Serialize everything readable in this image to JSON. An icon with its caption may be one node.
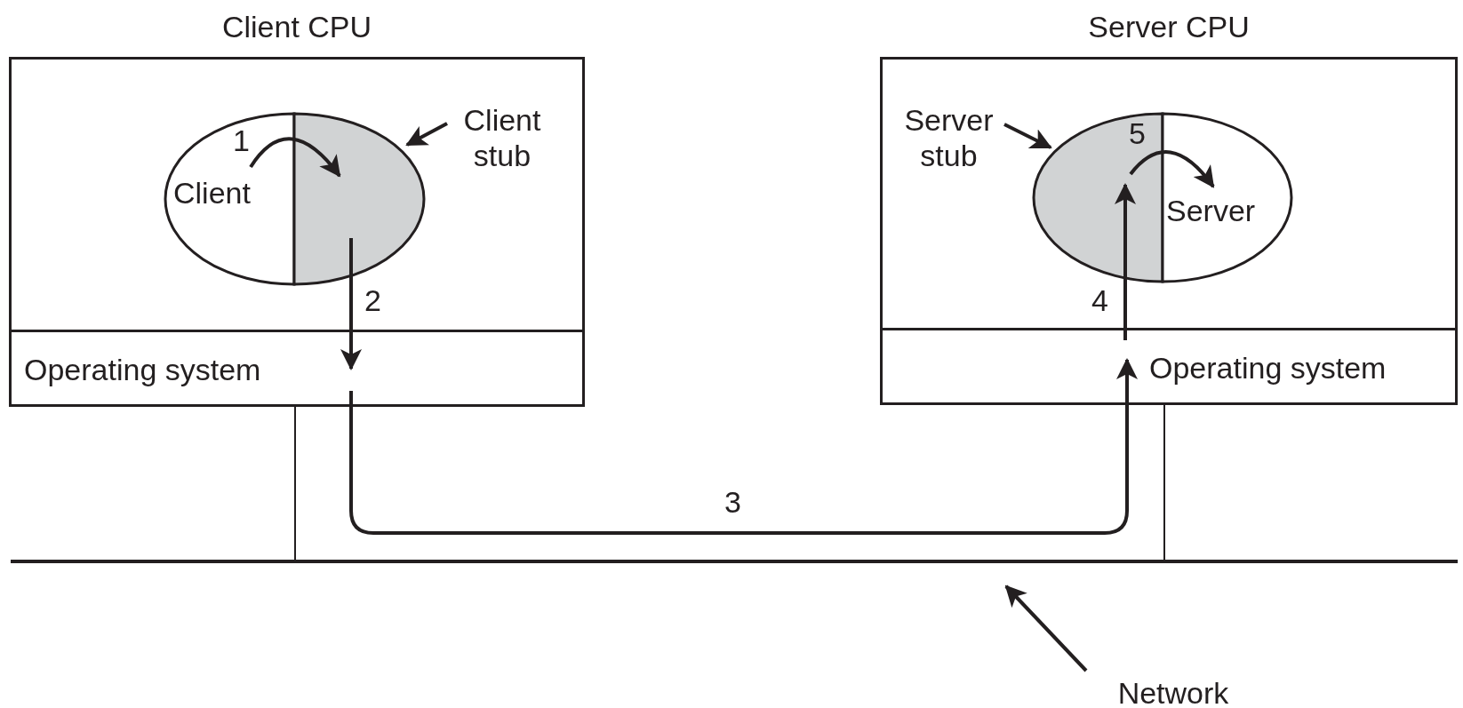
{
  "diagram": {
    "nodes": [
      {
        "text": [
          "Client CPU"
        ]
      },
      {
        "text": [
          "Client"
        ],
        "in": 0
      },
      {
        "text": [],
        "shape": "ellipse",
        "in": 0
      },
      {
        "text": [
          "Client stub"
        ],
        "in": 0
      },
      {
        "text": [
          "Operating system"
        ],
        "in": 0
      },
      {
        "text": [
          "Server CPU"
        ]
      },
      {
        "text": [
          "Server stub"
        ],
        "in": 5
      },
      {
        "text": [],
        "shape": "ellipse",
        "in": 5
      },
      {
        "text": [
          "Server"
        ],
        "in": 5
      },
      {
        "text": [
          "Operating system"
        ],
        "in": 5
      },
      {
        "text": [],
        "shape": "bar"
      },
      {
        "text": [
          "Network"
        ]
      }
    ],
    "edges": [
      {
        "from": 1,
        "to": 2,
        "arrow": "to",
        "label": "1"
      },
      {
        "from": 2,
        "to": 4,
        "arrow": "to",
        "label": "2"
      },
      {
        "from": 4,
        "to": 9,
        "arrow": "to",
        "label": "3"
      },
      {
        "from": 9,
        "to": 7,
        "arrow": "to",
        "label": "4"
      },
      {
        "from": 7,
        "to": 8,
        "arrow": "to",
        "label": "5"
      },
      {
        "from": 3,
        "to": 2,
        "arrow": "to"
      },
      {
        "from": 6,
        "to": 7,
        "arrow": "to"
      },
      {
        "from": 11,
        "to": 10,
        "arrow": "to"
      },
      {
        "from": 0,
        "to": 10,
        "arrow": "none"
      },
      {
        "from": 5,
        "to": 10,
        "arrow": "none"
      }
    ]
  }
}
